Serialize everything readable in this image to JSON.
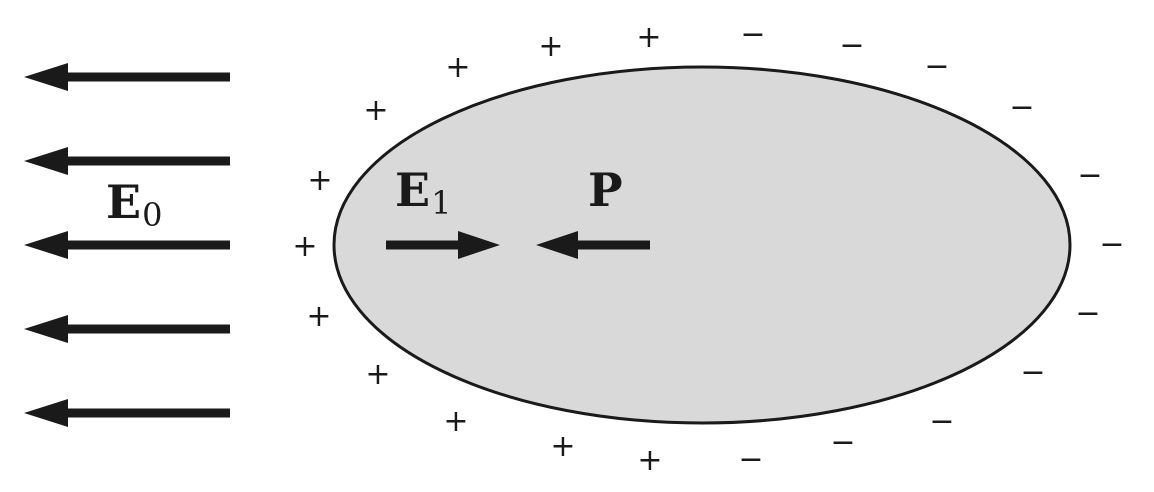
{
  "labels": {
    "e0_main": "E",
    "e0_sub": "0",
    "e1_main": "E",
    "e1_sub": "1",
    "p": "P"
  },
  "charges": {
    "positive": "+",
    "negative": "−"
  },
  "colors": {
    "ellipse_fill": "#d9d9d9",
    "stroke": "#1a1a1a"
  }
}
